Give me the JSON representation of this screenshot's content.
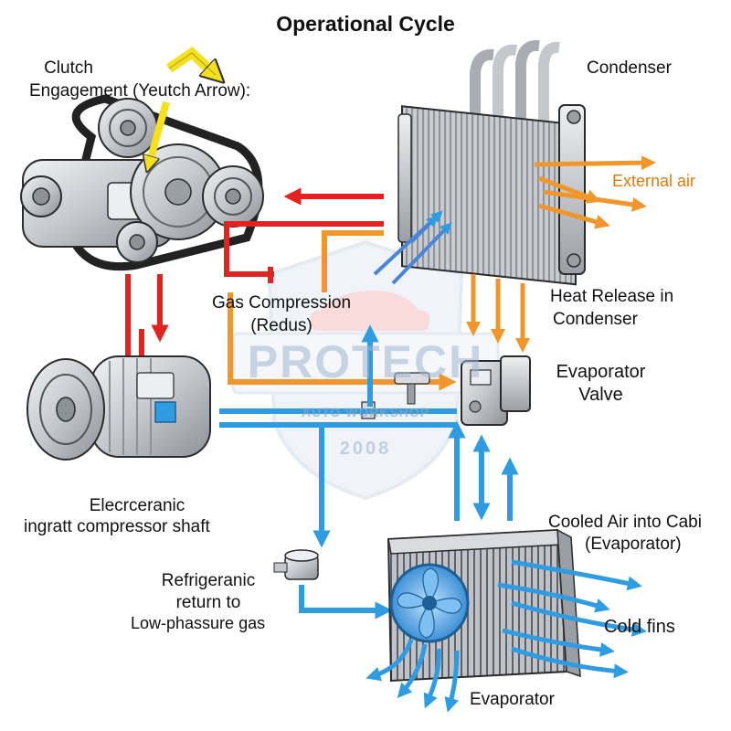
{
  "title": "Operational Cycle",
  "labels": {
    "clutch_line1": "Clutch",
    "clutch_line2": "Engagement (Yeutch Arrow):",
    "condenser": "Condenser",
    "external_air": "External air",
    "gas_compression_line1": "Gas Compression",
    "gas_compression_line2": "(Redus)",
    "heat_release_line1": "Heat Release in",
    "heat_release_line2": "Condenser",
    "evaporator_valve_line1": "Evaporator",
    "evaporator_valve_line2": "Valve",
    "shaft_line1": "Elecrceranic",
    "shaft_line2": "ingratt compressor shaft",
    "cooled_air_line1": "Cooled Air into Cabi",
    "cooled_air_line2": "(Evaporator)",
    "refrigerant_line1": "Refrigeranic",
    "refrigerant_line2": "return to",
    "refrigerant_line3": "Low-phassure gas",
    "cold_fins": "Cold fins",
    "evaporator": "Evaporator"
  },
  "watermark": {
    "brand": "PROTECH",
    "subtitle": "AUTO WORKSHOP",
    "year": "2008"
  },
  "colors": {
    "hot_line": "#e32222",
    "warm_line": "#f0962a",
    "cold_line": "#2f9be0",
    "clutch_arrow": "#f5e01e",
    "metal_light": "#d9dbde",
    "metal_dark": "#7c8087",
    "outline": "#2b2b2b"
  },
  "icons": [
    "clutch-pulley-icon",
    "compressor-icon",
    "condenser-icon",
    "expansion-valve-icon",
    "evaporator-icon",
    "fan-icon",
    "return-fitting-icon"
  ]
}
